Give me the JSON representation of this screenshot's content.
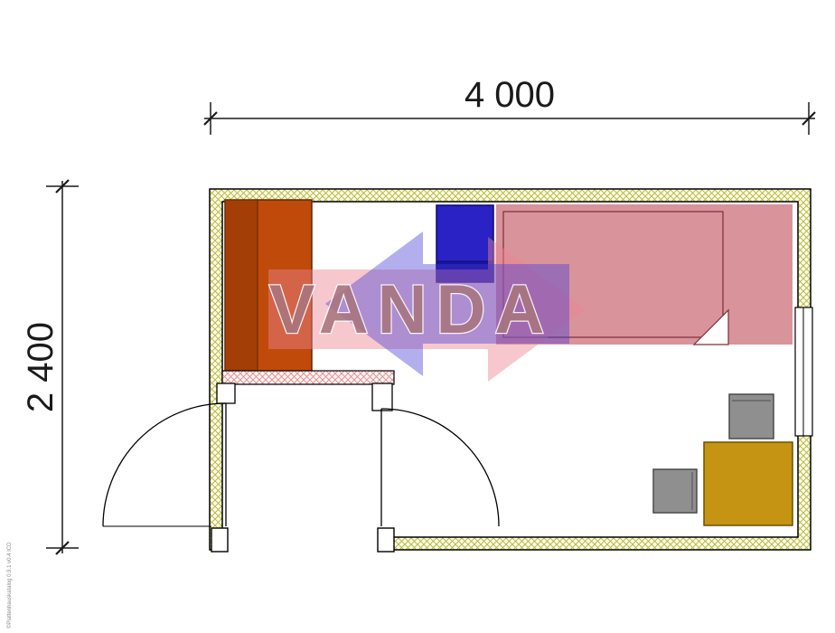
{
  "dimensions": {
    "width_label": "4 000",
    "height_label": "2 400"
  },
  "watermark": {
    "text": "VANDA"
  },
  "fine_print": "©Plattenhauskatalog 0.9.1 v0.4 ICD",
  "colors": {
    "dimension": "#1a1a1a",
    "wall_hatch": "#b5b52a",
    "partition_hatch": "#e08a8a",
    "wardrobe": "#bf4a0a",
    "wardrobe_dark": "#a33e06",
    "cabinet_blue": "#2a22c4",
    "cabinet_blue_dark": "#1b149e",
    "bed_fill": "#d9939b",
    "bed_stroke": "#7c2f37",
    "desk": "#c69413",
    "chair": "#8f8f8f",
    "watermark_pink": "#ec8492",
    "watermark_blue": "#4238d8",
    "watermark_letter": "#a8767e"
  },
  "furniture": {
    "wardrobe": "wardrobe",
    "cabinet": "cabinet",
    "bed": "single-bed",
    "desk": "desk",
    "chair_a": "chair",
    "chair_b": "chair"
  }
}
